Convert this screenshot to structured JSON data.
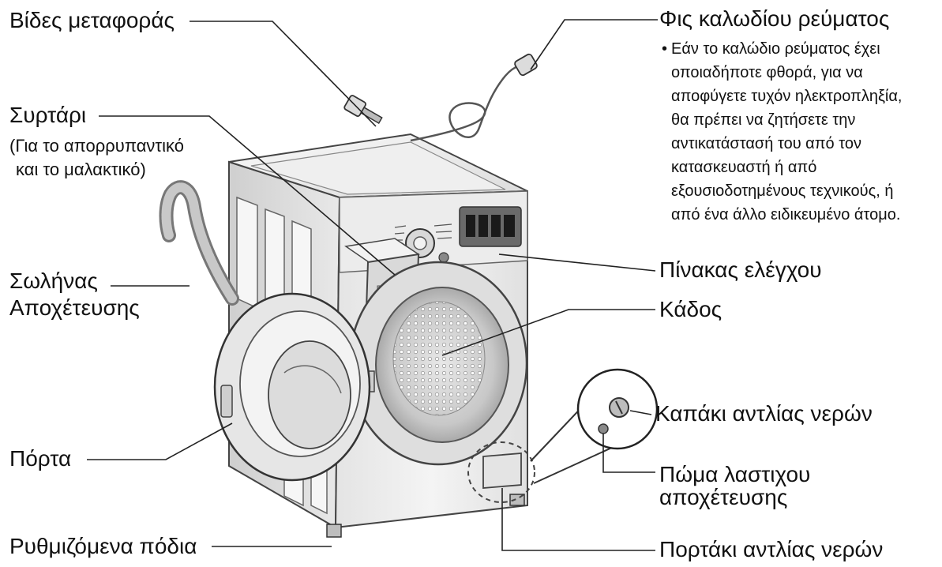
{
  "labels": {
    "transport_bolts": "Βίδες μεταφοράς",
    "power_plug": "Φις καλωδίου ρεύματος",
    "drawer": "Συρτάρι",
    "drawer_sub_1": "(Για το απορρυπαντικό",
    "drawer_sub_2": "και το μαλακτικό)",
    "drain_hose_1": "Σωλήνας",
    "drain_hose_2": "Αποχέτευσης",
    "control_panel": "Πίνακας ελέγχου",
    "drum": "Κάδος",
    "pump_cap": "Καπάκι αντλίας νερών",
    "door": "Πόρτα",
    "rubber_plug_1": "Πώμα λαστιχου",
    "rubber_plug_2": "αποχέτευσης",
    "adjustable_feet": "Ρυθμιζόμενα πόδια",
    "pump_door": "Πορτάκι αντλίας νερών"
  },
  "power_note": {
    "bullet": "•",
    "lines": [
      "Εάν το καλώδιο ρεύματος έχει",
      "οποιαδήποτε φθορά, για να",
      "αποφύγετε τυχόν ηλεκτροπληξία,",
      "θα πρέπει να ζητήσετε την",
      "αντικατάστασή του από τον",
      "κατασκευαστή ή από",
      "εξουσιοδοτημένους τεχνικούς, ή",
      "από ένα άλλο ειδικευμένο άτομο."
    ]
  },
  "colors": {
    "line": "#222222",
    "body_light": "#eeeeee",
    "body_mid": "#d6d6d6",
    "body_dark": "#bdbdbd",
    "panel_dark": "#555555"
  }
}
